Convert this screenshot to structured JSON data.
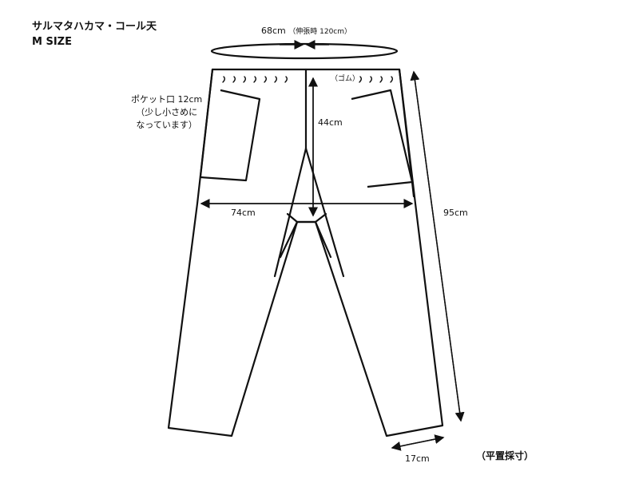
{
  "title": "サルマタハカマ・コール天",
  "size_label": "M SIZE",
  "measurements": {
    "waist": "68cm",
    "waist_stretch": "（伸張時 120cm）",
    "rise": "44cm",
    "width": "74cm",
    "length": "95cm",
    "hem": "17cm",
    "pocket": "ポケット口 12cm",
    "pocket_note_line1": "（少し小さめに",
    "pocket_note_line2": "なっています）",
    "elastic": "（ゴム）",
    "flat_measurement": "（平置採寸）"
  },
  "colors": {
    "line": "#111111",
    "background": "#ffffff"
  }
}
